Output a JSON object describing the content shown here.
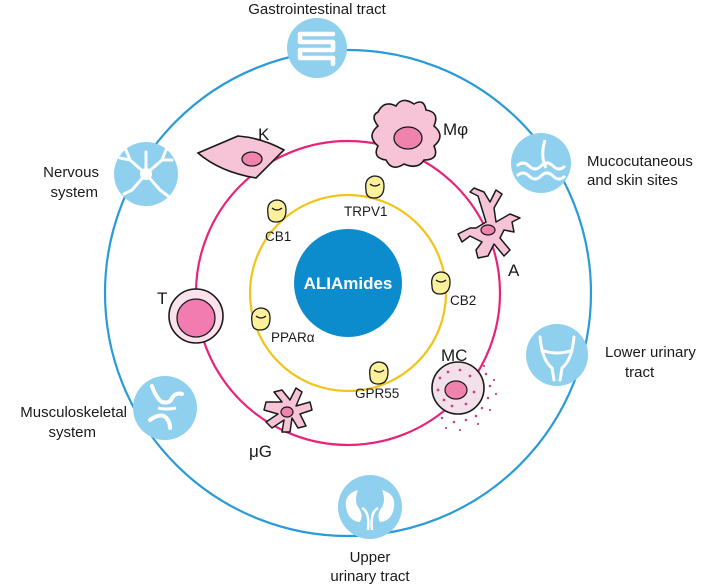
{
  "center": {
    "label": "ALIAmides"
  },
  "colors": {
    "outer_ring": "#2a9bd6",
    "middle_ring": "#e8237a",
    "inner_ring": "#f2c318",
    "center_fill": "#0d8ccd",
    "site_icon_fill": "#8fd0ef",
    "cell_fill": "#f7c3d6",
    "cell_nucleus": "#ef83ad",
    "receptor_fill": "#fbf19a"
  },
  "sites": {
    "gastrointestinal": {
      "label": "Gastrointestinal tract",
      "icon": "intestine-icon"
    },
    "mucocutaneous": {
      "line1": "Mucocutaneous",
      "line2": "and skin sites",
      "icon": "skin-layer-icon"
    },
    "lower_urinary": {
      "line1": "Lower urinary",
      "line2": "tract",
      "icon": "bladder-icon"
    },
    "upper_urinary": {
      "line1": "Upper",
      "line2": "urinary tract",
      "icon": "kidneys-icon"
    },
    "musculoskeletal": {
      "line1": "Musculoskeletal",
      "line2": "system",
      "icon": "joint-icon"
    },
    "nervous": {
      "line1": "Nervous",
      "line2": "system",
      "icon": "neuron-icon"
    }
  },
  "cells": {
    "keratinocyte": {
      "label": "K"
    },
    "macrophage": {
      "label": "Mφ"
    },
    "astrocyte": {
      "label": "A"
    },
    "mast_cell": {
      "label": "MC"
    },
    "microglia": {
      "label": "μG"
    },
    "t_cell": {
      "label": "T"
    }
  },
  "receptors": {
    "cb1": {
      "label": "CB1"
    },
    "trpv1": {
      "label": "TRPV1"
    },
    "cb2": {
      "label": "CB2"
    },
    "gpr55": {
      "label": "GPR55"
    },
    "ppara": {
      "label": "PPARα"
    }
  }
}
